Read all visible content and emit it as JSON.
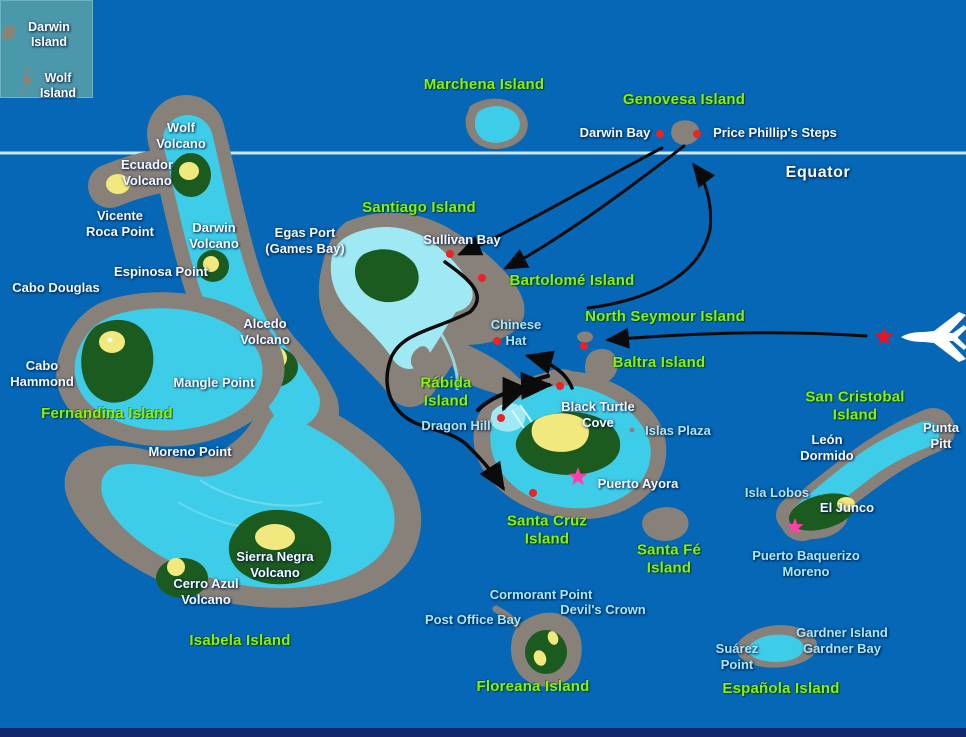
{
  "inset": {
    "items": [
      {
        "id": "darwin-island",
        "text": "Darwin\nIsland"
      },
      {
        "id": "wolf-island",
        "text": "Wolf\nIsland"
      }
    ]
  },
  "equator_label": "Equator",
  "island_labels": [
    {
      "id": "marchena",
      "text": "Marchena Island"
    },
    {
      "id": "genovesa",
      "text": "Genovesa Island"
    },
    {
      "id": "santiago",
      "text": "Santiago Island"
    },
    {
      "id": "bartolome",
      "text": "Bartolomé Island"
    },
    {
      "id": "north-seymour",
      "text": "North Seymour Island"
    },
    {
      "id": "baltra",
      "text": "Baltra Island"
    },
    {
      "id": "rabida",
      "text": "Rábida\nIsland"
    },
    {
      "id": "santa-cruz",
      "text": "Santa Cruz\nIsland"
    },
    {
      "id": "santa-fe",
      "text": "Santa Fé\nIsland"
    },
    {
      "id": "san-cristobal",
      "text": "San Cristobal Island"
    },
    {
      "id": "fernandina",
      "text": "Fernandina Island"
    },
    {
      "id": "isabela",
      "text": "Isabela Island"
    },
    {
      "id": "floreana",
      "text": "Floreana Island"
    },
    {
      "id": "espanola",
      "text": "Española Island"
    }
  ],
  "place_labels": [
    {
      "id": "wolf-volcano",
      "text": "Wolf\nVolcano"
    },
    {
      "id": "ecuador-volcano",
      "text": "Ecuador\nVolcano"
    },
    {
      "id": "vicente-roca-point",
      "text": "Vicente\nRoca Point"
    },
    {
      "id": "darwin-volcano",
      "text": "Darwin\nVolcano"
    },
    {
      "id": "espinosa-point",
      "text": "Espinosa Point"
    },
    {
      "id": "cabo-douglas",
      "text": "Cabo Douglas"
    },
    {
      "id": "cabo-hammond",
      "text": "Cabo\nHammond"
    },
    {
      "id": "alcedo-volcano",
      "text": "Alcedo\nVolcano"
    },
    {
      "id": "mangle-point",
      "text": "Mangle Point"
    },
    {
      "id": "moreno-point",
      "text": "Moreno Point"
    },
    {
      "id": "sierra-negra-volcano",
      "text": "Sierra Negra\nVolcano"
    },
    {
      "id": "cerro-azul-volcano",
      "text": "Cerro Azul\nVolcano"
    },
    {
      "id": "egas-port",
      "text": "Egas Port\n(Games Bay)"
    },
    {
      "id": "sullivan-bay",
      "text": "Sullivan Bay"
    },
    {
      "id": "darwin-bay",
      "text": "Darwin Bay"
    },
    {
      "id": "price-phillips-steps",
      "text": "Price Phillip's Steps"
    },
    {
      "id": "chinese-hat",
      "text": "Chinese\nHat"
    },
    {
      "id": "black-turtle-cove",
      "text": "Black Turtle\nCove"
    },
    {
      "id": "islas-plaza",
      "text": "Islas Plaza"
    },
    {
      "id": "dragon-hill",
      "text": "Dragon Hill"
    },
    {
      "id": "puerto-ayora",
      "text": "Puerto Ayora"
    },
    {
      "id": "leon-dormido",
      "text": "León\nDormido"
    },
    {
      "id": "punta-pitt",
      "text": "Punta\nPitt"
    },
    {
      "id": "isla-lobos",
      "text": "Isla Lobos"
    },
    {
      "id": "el-junco",
      "text": "El Junco"
    },
    {
      "id": "puerto-baquerizo-moreno",
      "text": "Puerto Baquerizo\nMoreno"
    },
    {
      "id": "cormorant-point",
      "text": "Cormorant Point"
    },
    {
      "id": "devils-crown",
      "text": "Devil's Crown"
    },
    {
      "id": "post-office-bay",
      "text": "Post Office Bay"
    },
    {
      "id": "suarez-point",
      "text": "Suárez\nPoint"
    },
    {
      "id": "gardner",
      "text": "Gardner Island\nGardner Bay"
    }
  ],
  "icons": [
    {
      "name": "airplane-icon",
      "meaning": "arrival flight, white jet pointing left"
    },
    {
      "name": "arrival-star-icon",
      "meaning": "red star at flight arrival point"
    },
    {
      "name": "port-star-icon",
      "meaning": "pink star marking town/port"
    },
    {
      "name": "visitor-site-dot",
      "meaning": "red dot marking visitor site"
    },
    {
      "name": "route-arrow",
      "meaning": "black arrow showing cruise route"
    }
  ],
  "colors": {
    "ocean": "#0567B5",
    "island_outline_gray": "#87817A",
    "lowland_cyan": "#3ECDE9",
    "pale_cyan": "#9FE9F4",
    "highland_green": "#1C5B20",
    "caldera_yellow": "#F2E97E",
    "island_label_green": "#8CF202",
    "place_label_white": "#F4FBFF",
    "place_label_cyan": "#A9E9F7",
    "route_black": "#0B0B0B",
    "visitor_dot_red": "#EE2222",
    "port_star_pink": "#FF3FA8",
    "equator_line": "#C8E8F2",
    "inset_teal": "#4C98AB",
    "bottom_bar_navy": "#12286E"
  }
}
